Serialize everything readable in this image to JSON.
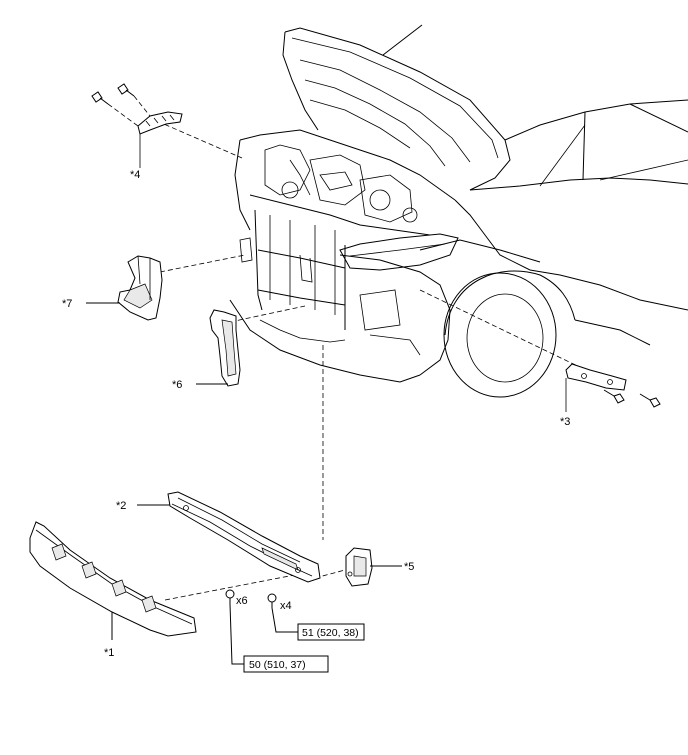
{
  "labels": {
    "p1": "*1",
    "p2": "*2",
    "p3": "*3",
    "p4": "*4",
    "p5": "*5",
    "p6": "*6",
    "p7": "*7",
    "qty6": "x6",
    "qty4": "x4"
  },
  "torque": {
    "t1": "51 (520, 38)",
    "t2": "50 (510, 37)"
  }
}
